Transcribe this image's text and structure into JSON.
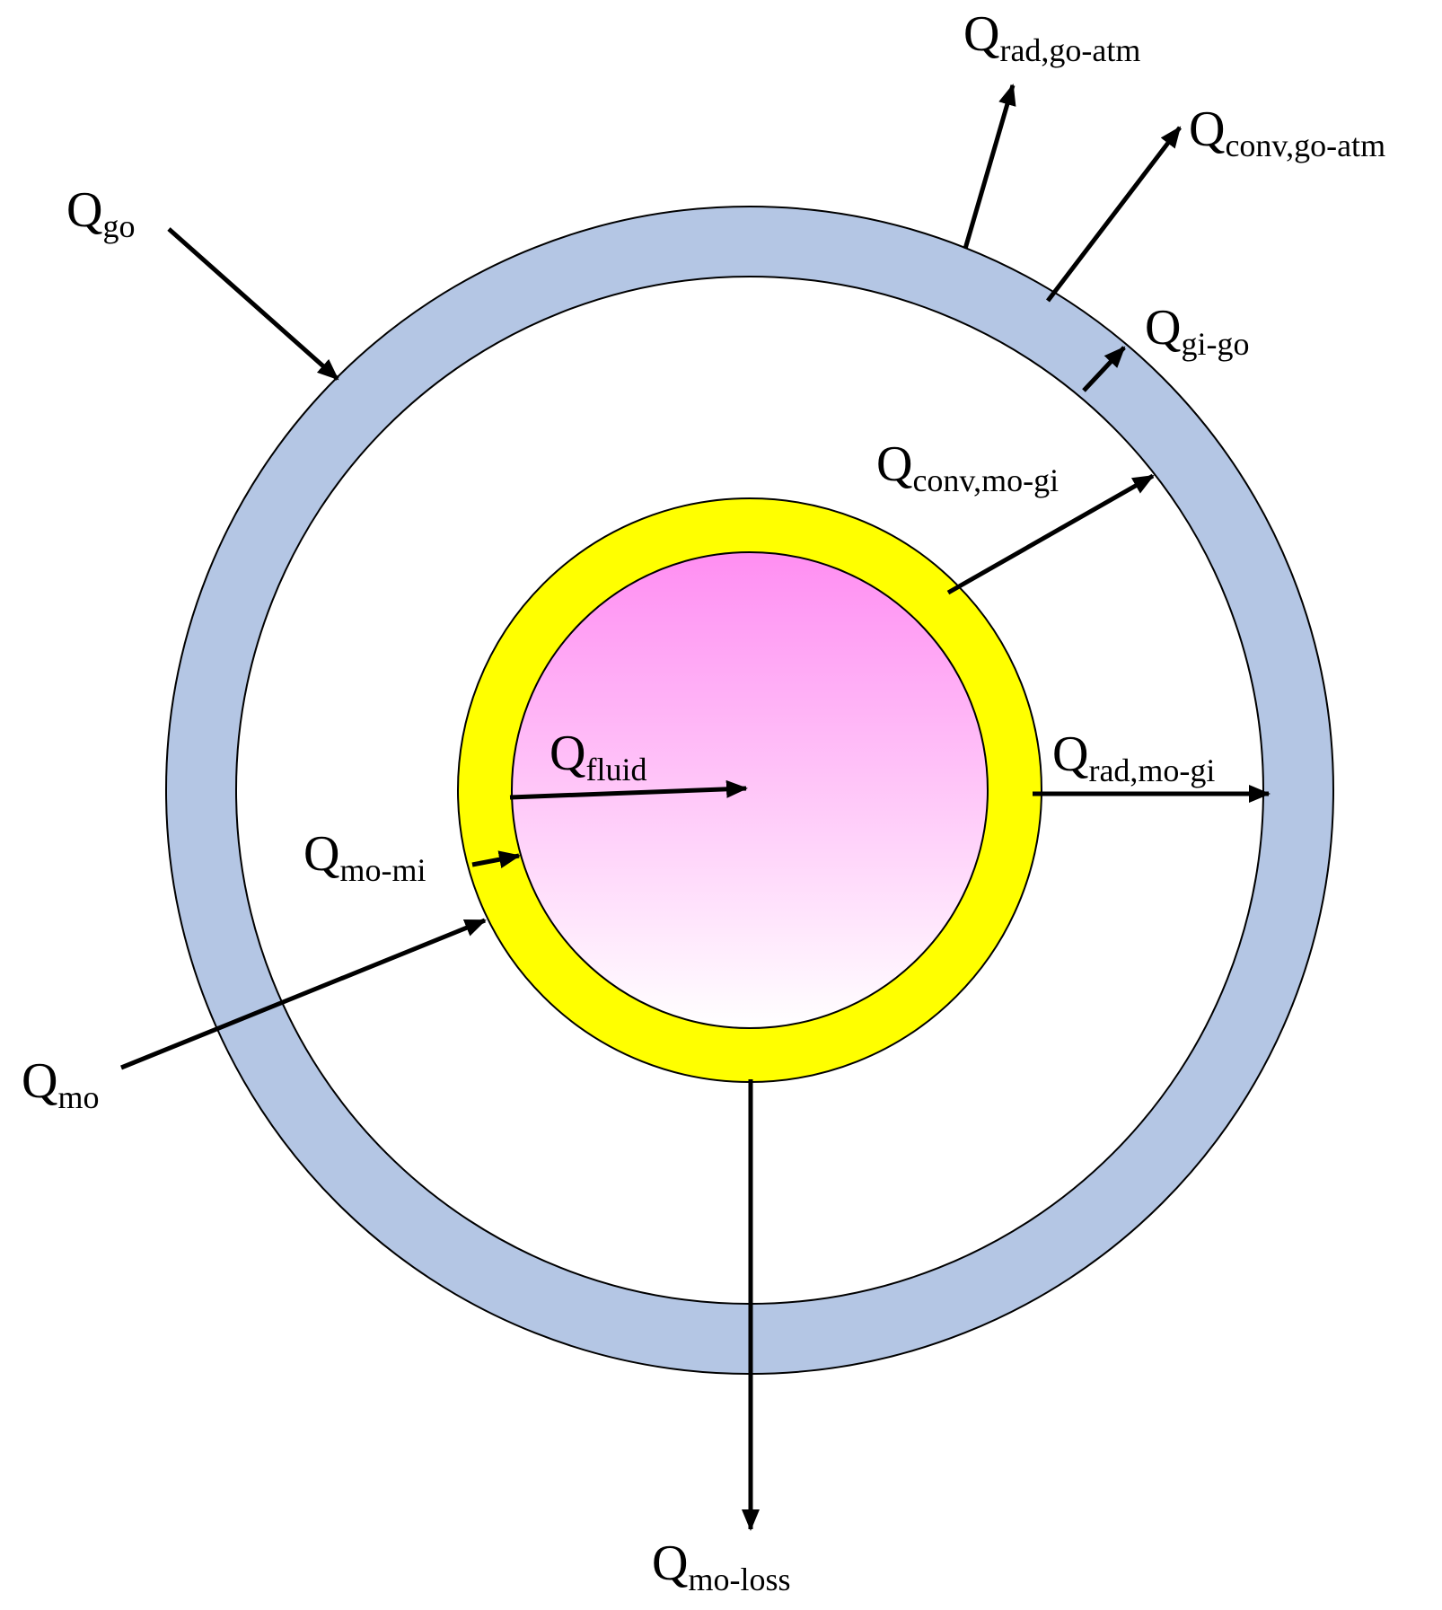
{
  "colors": {
    "glass_tube": "#b4c6e4",
    "metal_tube": "#ffff00",
    "fluid_top": "#ff8ef2",
    "fluid_bottom": "#ffffff",
    "outline": "#000000",
    "background": "#ffffff"
  },
  "labels": {
    "q_rad_go_atm": {
      "main": "Q",
      "sub": "rad,go-atm"
    },
    "q_conv_go_atm": {
      "main": "Q",
      "sub": "conv,go-atm"
    },
    "q_go": {
      "main": "Q",
      "sub": "go"
    },
    "q_gi_go": {
      "main": "Q",
      "sub": "gi-go"
    },
    "q_conv_mo_gi": {
      "main": "Q",
      "sub": "conv,mo-gi"
    },
    "q_fluid": {
      "main": "Q",
      "sub": "fluid"
    },
    "q_rad_mo_gi": {
      "main": "Q",
      "sub": "rad,mo-gi"
    },
    "q_mo_mi": {
      "main": "Q",
      "sub": "mo-mi"
    },
    "q_mo": {
      "main": "Q",
      "sub": "mo"
    },
    "q_mo_loss": {
      "main": "Q",
      "sub": "mo-loss"
    }
  }
}
